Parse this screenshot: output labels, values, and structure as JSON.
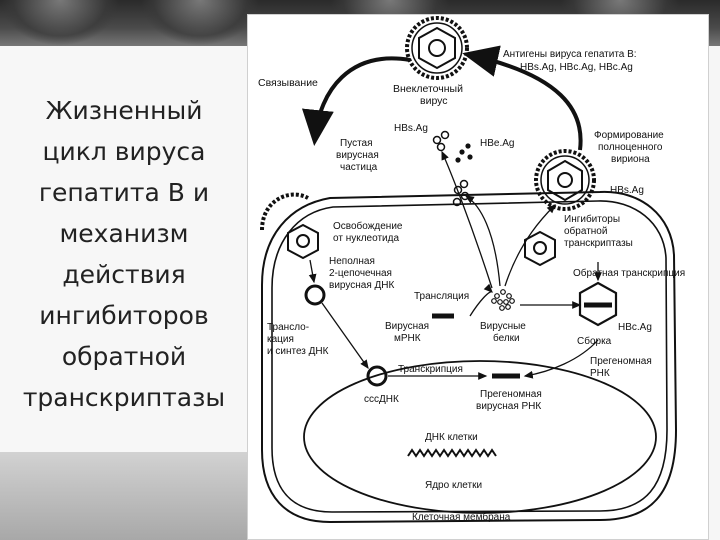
{
  "slide": {
    "title": "Жизненный\nцикл вируса\nгепатита В и\nмеханизм\nдействия\nингибиторов\nобратной\nтранскриптазы"
  },
  "diagram": {
    "labels": {
      "binding": "Связывание",
      "extracellular_1": "Внеклеточный",
      "extracellular_2": "вирус",
      "antigens_1": "Антигены вируса гепатита В:",
      "antigens_2": "HBs.Ag, HBc.Ag, HBc.Ag",
      "hbsag_top": "HBs.Ag",
      "hbeag_top": "HBe.Ag",
      "empty_1": "Пустая",
      "empty_2": "вирусная",
      "empty_3": "частица",
      "forming_1": "Формирование",
      "forming_2": "полноценного",
      "forming_3": "вириона",
      "hbsag_right": "HBs.Ag",
      "release_1": "Освобождение",
      "release_2": "от нуклеотида",
      "inhibitors_1": "Ингибиторы",
      "inhibitors_2": "обратной",
      "inhibitors_3": "транскриптазы",
      "incomplete_1": "Неполная",
      "incomplete_2": "2-цепочечная",
      "incomplete_3": "вирусная ДНК",
      "reverse_transcription": "Обратная транскрипция",
      "translation": "Трансляция",
      "translocation_1": "Трансло-",
      "translocation_2": "кация",
      "translocation_3": "и синтез ДНК",
      "viral_mrna_1": "Вирусная",
      "viral_mrna_2": "мРНК",
      "viral_proteins_1": "Вирусные",
      "viral_proteins_2": "белки",
      "hbcag": "HBc.Ag",
      "assembly": "Сборка",
      "pregenomic_rna_1": "Прегеномная",
      "pregenomic_rna_2": "РНК",
      "transcription": "Транскрипция",
      "cccdna": "cccДНК",
      "pregenomic_viral_1": "Прегеномная",
      "pregenomic_viral_2": "вирусная РНК",
      "cell_dna": "ДНК клетки",
      "nucleus": "Ядро клетки",
      "membrane": "Клеточная мембрана"
    }
  }
}
